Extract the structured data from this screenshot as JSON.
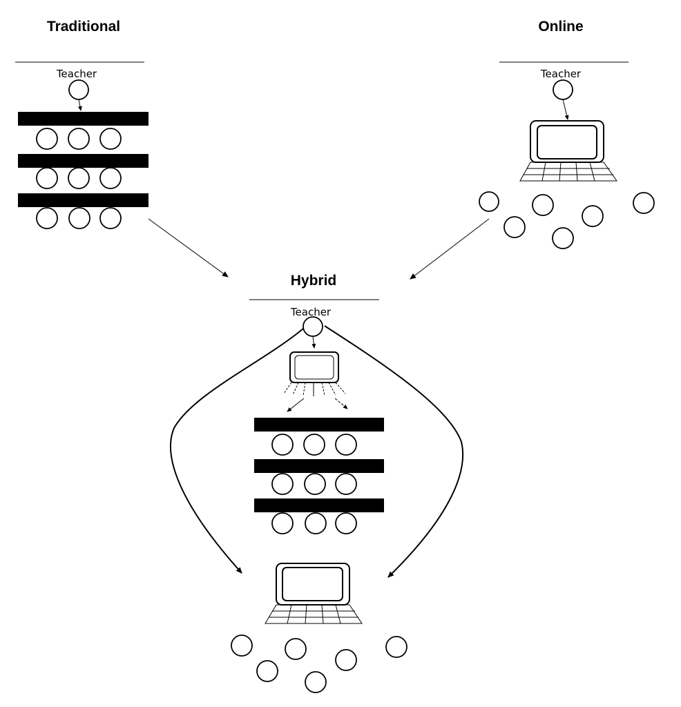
{
  "sections": {
    "traditional": {
      "title": "Traditional",
      "teacher_label": "Teacher"
    },
    "online": {
      "title": "Online",
      "teacher_label": "Teacher"
    },
    "hybrid": {
      "title": "Hybrid",
      "teacher_label": "Teacher"
    }
  },
  "icons": {
    "teacher": "circle-icon",
    "student": "circle-icon",
    "desk_row": "black-bar-icon",
    "laptop": "laptop-icon"
  },
  "colors": {
    "ink": "#000000",
    "background": "#ffffff"
  }
}
